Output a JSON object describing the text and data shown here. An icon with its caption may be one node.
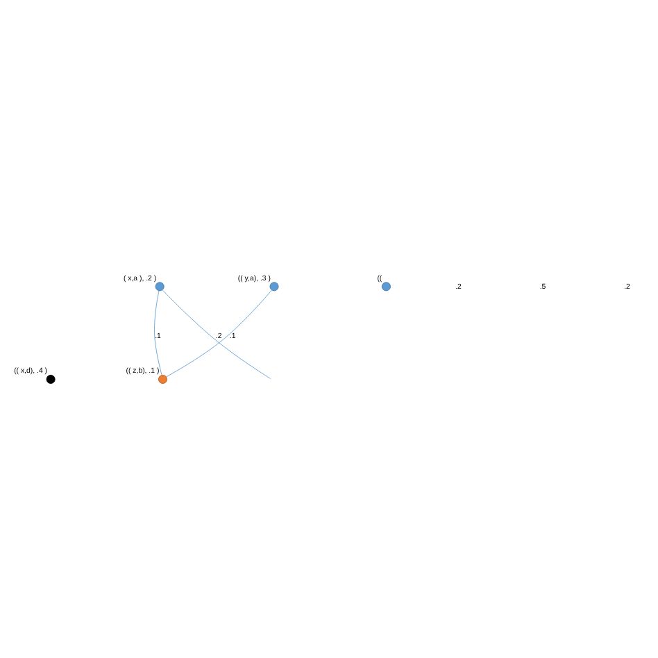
{
  "diagram": {
    "nodes": [
      {
        "text": [],
        "shape": "circle",
        "beside": [
          "( x,a ), .2 )"
        ]
      },
      {
        "text": [],
        "shape": "circle",
        "beside": [
          "(( y,a), .3 )"
        ]
      },
      {
        "text": [],
        "shape": "circle",
        "beside": [
          "(("
        ]
      },
      {
        "text": [],
        "shape": "circle",
        "beside": [
          "(( x,d), .4 )"
        ]
      },
      {
        "text": [],
        "shape": "circle",
        "beside": [
          "(( z,b), .1 )"
        ]
      }
    ],
    "edges": [
      {
        "from": 0,
        "to": null,
        "arrow": "none",
        "label": ".2"
      },
      {
        "from": 0,
        "to": 4,
        "arrow": "none",
        "label": ".1"
      },
      {
        "from": 1,
        "to": 4,
        "arrow": "none",
        "label": ".1"
      }
    ],
    "labels": [
      ".2",
      ".5",
      ".2"
    ]
  }
}
